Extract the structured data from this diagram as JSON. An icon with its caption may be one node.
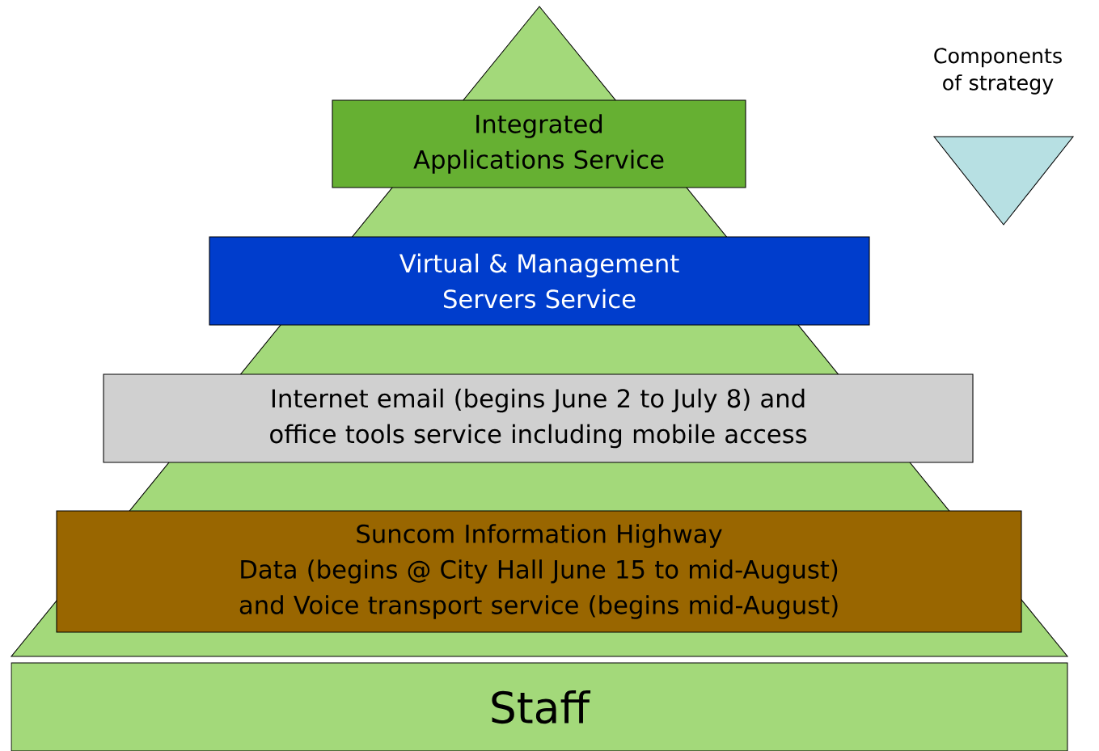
{
  "diagram": {
    "nodes": [
      {
        "text": [
          "Integrated Applications Service"
        ]
      },
      {
        "text": [
          "Virtual & Management Servers Service"
        ]
      },
      {
        "text": [
          "Internet email (begins June 2 to July 8) and office tools service including mobile access"
        ]
      },
      {
        "text": [
          "Suncom Information Highway",
          "Data (begins @ City Hall June 15 to mid-August) and Voice transport service (begins mid-August)"
        ]
      },
      {
        "text": [
          "Staff"
        ]
      }
    ],
    "labels": [
      "Components of strategy"
    ]
  }
}
